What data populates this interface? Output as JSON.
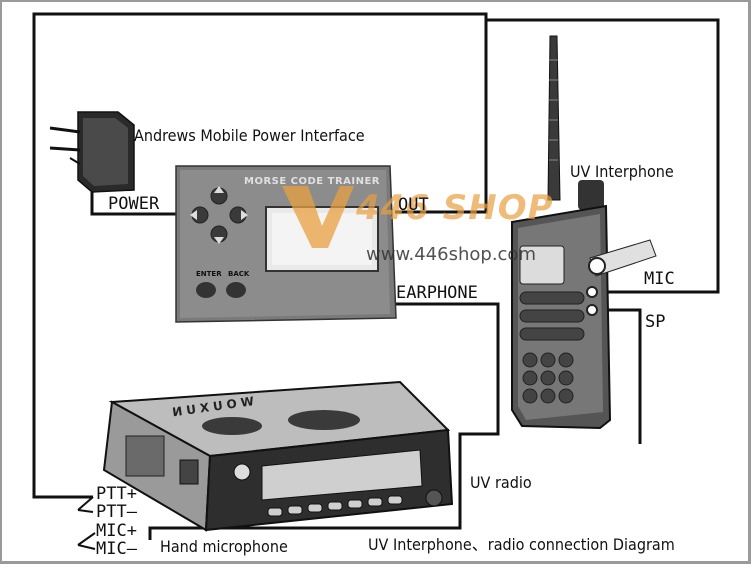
{
  "labels": {
    "power_interface": "Andrews Mobile Power Interface",
    "power": "POWER",
    "out": "OUT",
    "uv_interphone": "UV Interphone",
    "mic": "MIC",
    "sp": "SP",
    "earphone": "EARPHONE",
    "uv_radio": "UV radio",
    "ptt_plus": "PTT+",
    "ptt_minus": "PTT–",
    "mic_plus": "MIC+",
    "mic_minus": "MIC–",
    "hand_microphone": "Hand microphone",
    "caption": "UV Interphone、radio connection Diagram"
  },
  "trainer": {
    "title": "MORSE CODE TRAINER",
    "enter": "ENTER",
    "back": "BACK"
  },
  "radio": {
    "brand": "WOUXUN"
  },
  "watermark": {
    "shop": "446 SHOP",
    "url": "www.446shop.com"
  },
  "colors": {
    "wire": "#111111",
    "watermark": "#e8a040"
  }
}
